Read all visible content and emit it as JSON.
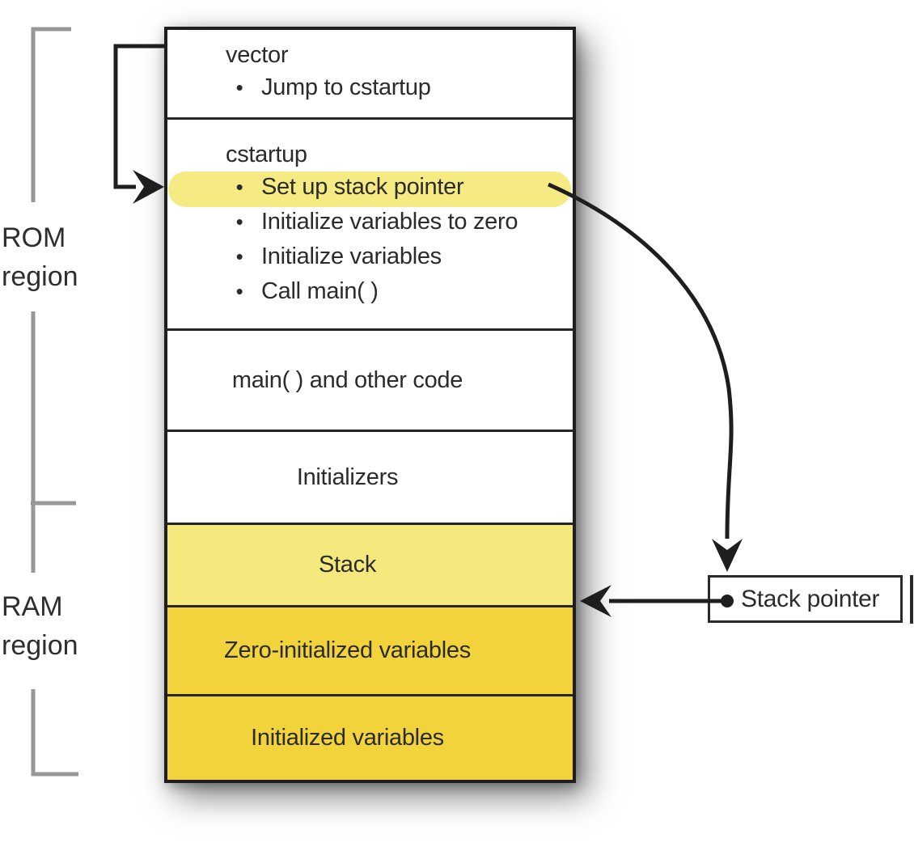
{
  "region_labels": {
    "rom": {
      "line1": "ROM",
      "line2": "region"
    },
    "ram": {
      "line1": "RAM",
      "line2": "region"
    }
  },
  "memory_map": {
    "vector": {
      "title": "vector",
      "bullet": "Jump to cstartup"
    },
    "cstartup": {
      "title": "cstartup",
      "bullets": [
        "Set up stack pointer",
        "Initialize variables to zero",
        "Initialize variables",
        "Call main( )"
      ],
      "highlighted_bullet": "Set up stack pointer"
    },
    "main_code": {
      "label": "main( ) and other code"
    },
    "initializers": {
      "label": "Initializers"
    },
    "stack": {
      "label": "Stack"
    },
    "zero_initialized": {
      "label": "Zero-initialized variables"
    },
    "initialized": {
      "label": "Initialized variables"
    }
  },
  "stack_pointer": {
    "label": "Stack pointer"
  },
  "glyphs": {
    "bullet": "•"
  },
  "colors": {
    "highlight": "#F6EB82",
    "stack_fill": "#F5E97E",
    "ram_fill": "#F2D33C",
    "bracket_gray": "#97979A",
    "line_black": "#1E1E1E"
  }
}
